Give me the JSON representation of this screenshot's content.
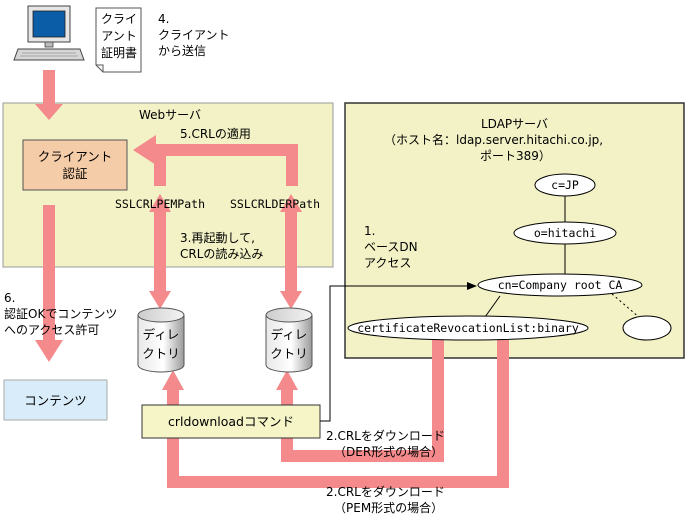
{
  "pc_step_label": [
    "4.",
    "クライアント",
    "から送信"
  ],
  "certificate": [
    "クライ",
    "アント",
    "証明書"
  ],
  "web_server": {
    "title": "Webサーバ",
    "client_auth": [
      "クライアント",
      "認証"
    ],
    "crl_apply": "5.CRLの適用",
    "pem_path": "SSLCRLPEMPath",
    "der_path": "SSLCRLDERPath",
    "reload": [
      "3.再起動して,",
      "CRLの読み込み"
    ]
  },
  "ldap_server": {
    "title": "LDAPサーバ",
    "host": "（ホスト名：ldap.server.hitachi.co.jp,",
    "port": "ポート389）",
    "node_c": "c=JP",
    "node_o": "o=hitachi",
    "node_cn": "cn=Company root CA",
    "node_crl": "certificateRevocationList:binary",
    "base_dn": [
      "1.",
      "ベースDN",
      "アクセス"
    ]
  },
  "directory_pem": [
    "ディレ",
    "クトリ"
  ],
  "directory_der": [
    "ディレ",
    "クトリ"
  ],
  "access_ok": [
    "6.",
    "認証OKでコンテンツ",
    "へのアクセス許可"
  ],
  "contents": "コンテンツ",
  "command": "crldownloadコマンド",
  "download_der": [
    "2.CRLをダウンロード",
    "（DER形式の場合）"
  ],
  "download_pem": [
    "2.CRLをダウンロード",
    "（PEM形式の場合）"
  ],
  "colors": {
    "arrow": "#f48a8c",
    "server_fill": "#f2f2c6",
    "client_auth_fill": "#f5cca8",
    "contents_fill": "#d8ecfa",
    "command_fill": "#f5f5c8"
  }
}
